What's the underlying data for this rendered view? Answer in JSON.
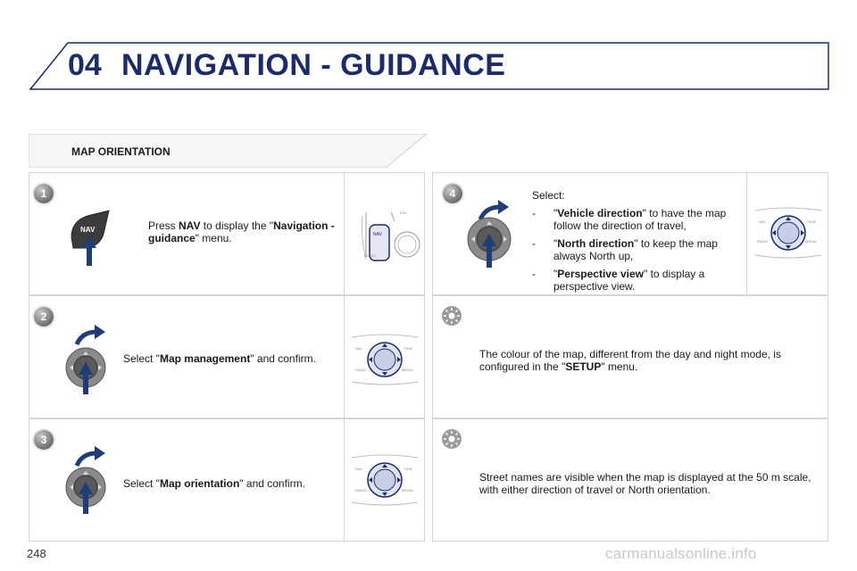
{
  "header": {
    "chapter": "04",
    "title": "NAVIGATION - GUIDANCE"
  },
  "section": {
    "title": "MAP ORIENTATION"
  },
  "steps": [
    {
      "number": "1",
      "button_label": "NAV",
      "text": {
        "pre": "Press ",
        "bold": "NAV",
        "mid": " to display the \"",
        "bold2": "Navigation - guidance",
        "post": "\" menu."
      }
    },
    {
      "number": "2",
      "text": {
        "pre": "Select \"",
        "bold": "Map management",
        "post": "\" and confirm."
      }
    },
    {
      "number": "3",
      "text": {
        "pre": "Select \"",
        "bold": "Map orientation",
        "post": "\" and confirm."
      }
    },
    {
      "number": "4",
      "intro": "Select:",
      "options": [
        {
          "dash": "-",
          "open": "\"",
          "bold": "Vehicle direction",
          "post": "\" to have the map follow the direction of travel,"
        },
        {
          "dash": "-",
          "open": "\"",
          "bold": "North direction",
          "post": "\" to keep the map always North up,"
        },
        {
          "dash": "-",
          "open": "\"",
          "bold": "Perspective view",
          "post": "\" to display a perspective view."
        }
      ]
    }
  ],
  "tips": [
    {
      "icon": "sun-icon",
      "pre": "The colour of the map, different from the day and night mode, is configured in the \"",
      "bold": "SETUP",
      "post": "\" menu."
    },
    {
      "icon": "sun-icon",
      "text": "Street names are visible when the map is displayed at the 50 m scale, with either direction of travel or North orientation."
    }
  ],
  "console_labels": {
    "nav": "NAV",
    "radio": "RADIO",
    "traf": "TRAF",
    "media": "MEDIA",
    "esc": "ESC"
  },
  "footer": {
    "page_number": "248",
    "watermark": "carmanualsonline.info"
  },
  "colors": {
    "title_blue": "#1c2b6b",
    "arrow_blue": "#1e3d7a"
  }
}
